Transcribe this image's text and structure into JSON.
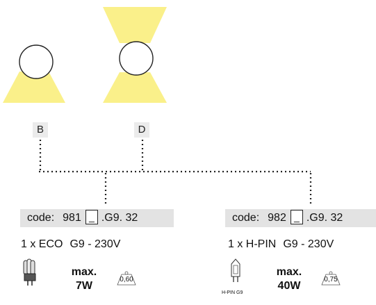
{
  "colors": {
    "beam": "#faf08a",
    "label_bg": "#ebebeb",
    "code_bg": "#e3e3e3",
    "lamp_outline": "#222222"
  },
  "options": [
    {
      "label": "B",
      "beam": "downlight"
    },
    {
      "label": "D",
      "beam": "up-down"
    }
  ],
  "lamps": [
    {
      "code_prefix": "code:",
      "code_number": "981",
      "slot_text": "_",
      "code_suffix": ".G9. 32",
      "spec_type": "1 x ECO",
      "spec_voltage": "G9 - 230V",
      "max_label": "max.",
      "max_power": "7W",
      "badge_value": "0,60",
      "icon": "eco-bulb-icon"
    },
    {
      "code_prefix": "code:",
      "code_number": "982",
      "slot_text": "_",
      "code_suffix": ".G9. 32",
      "spec_type": "1 x H-PIN",
      "spec_voltage": "G9 - 230V",
      "max_label": "max.",
      "max_power": "40W",
      "badge_value": "0,75",
      "icon": "halogen-pin-bulb-icon",
      "icon_caption": "H-PIN  G9"
    }
  ]
}
